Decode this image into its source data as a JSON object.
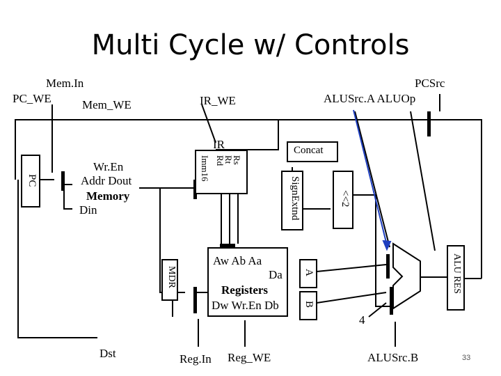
{
  "title": "Multi Cycle w/ Controls",
  "controls": {
    "mem_in": "Mem.In",
    "pc_we": "PC_WE",
    "mem_we": "Mem_WE",
    "ir_we": "IR_WE",
    "pcsrc": "PCSrc",
    "alusrca_aluop": "ALUSrc.A  ALUOp",
    "dst": "Dst",
    "reg_in": "Reg.In",
    "reg_we": "Reg_WE",
    "alusrcb": "ALUSrc.B"
  },
  "blocks": {
    "pc": "PC",
    "memory": {
      "wren": "Wr.En",
      "addr_dout": "Addr  Dout",
      "name": "Memory",
      "din": "Din"
    },
    "ir": {
      "name": "IR",
      "fields": [
        "Rs",
        "Rt",
        "Rd",
        "Imm16"
      ]
    },
    "concat": "Concat",
    "signextnd": "SignExtnd",
    "shift": "<<2",
    "mdr": "MDR",
    "registers": {
      "top": "Aw  Ab  Aa",
      "da": "Da",
      "name": "Registers",
      "bottom": "Dw  Wr.En  Db"
    },
    "a": "A",
    "b": "B",
    "alu_res": "ALU RES",
    "four": "4"
  },
  "page_number": "33"
}
